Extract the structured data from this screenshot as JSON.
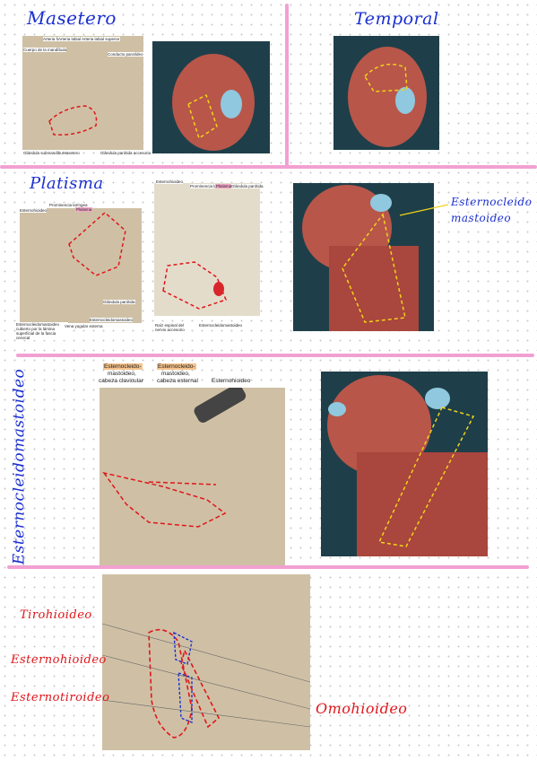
{
  "sections": {
    "masetero": {
      "heading": "Masetero",
      "labels": [
        "Arteria facial",
        "Arteria labial inferior",
        "Arteria labial superior",
        "Cuerpo de la mandíbula",
        "Conducto parotídeo",
        "Glándula submandibular",
        "Masetero",
        "Glándula parótida accesoria"
      ]
    },
    "temporal": {
      "heading": "Temporal"
    },
    "platisma": {
      "heading": "Platisma",
      "labels_left": [
        "Esternohioideo",
        "Prominencia laríngea",
        "Platisma",
        "Glándula parótida",
        "Esternocleidomastoideo cubierto por la lámina superficial de la fascia cervical",
        "Vena yugular externa",
        "Esternocleidomastoideo"
      ],
      "labels_right": [
        "Esternohioideo",
        "Prominencia laríngea",
        "Platisma",
        "Glándula parótida",
        "Raíz espinal del nervio accesorio",
        "Esternocleidomastoideo"
      ]
    },
    "scm_note": {
      "line1": "Esternocleido",
      "line2": "mastoideo"
    },
    "esternocleidomastoideo": {
      "heading": "Esternocleidomastoideo",
      "label_clavicular_1": "Esternocleido-",
      "label_clavicular_2": "mastoideo,",
      "label_clavicular_3": "cabeza clavicular",
      "label_esternal_1": "Esternocleido-",
      "label_esternal_2": "mastoideo,",
      "label_esternal_3": "cabeza esternal",
      "label_esternohioideo": "Esternohioideo"
    },
    "infrahioideos": {
      "tirohioideo": "Tirohioideo",
      "esternohioideo": "Esternohioideo",
      "esternotiroideo": "Esternotiroideo",
      "omohioideo": "Omohioideo"
    }
  },
  "colors": {
    "separator": "#f2a0d2",
    "handwriting_blue": "#1a2fd0",
    "handwriting_red": "#e0161b",
    "dashed_red": "#e0161b",
    "dashed_yellow": "#f2d21a"
  }
}
